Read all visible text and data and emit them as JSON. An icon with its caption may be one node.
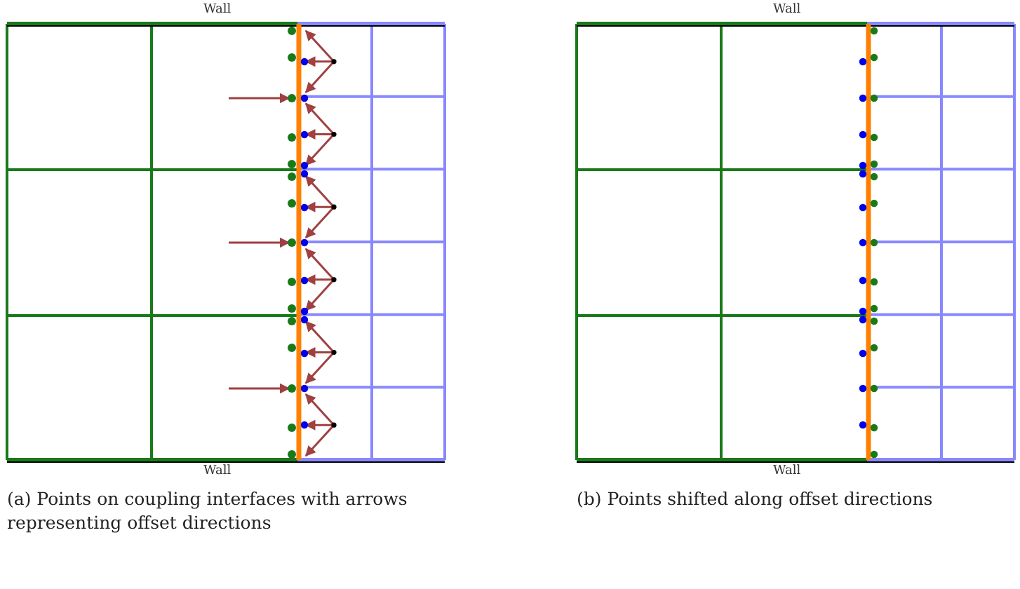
{
  "diagram": {
    "labels": [
      "Wall",
      "Wall",
      "Wall",
      "Wall",
      "(a) Points on coupling interfaces with arrows representing offset directions",
      "(b) Points shifted along offset directions"
    ]
  }
}
